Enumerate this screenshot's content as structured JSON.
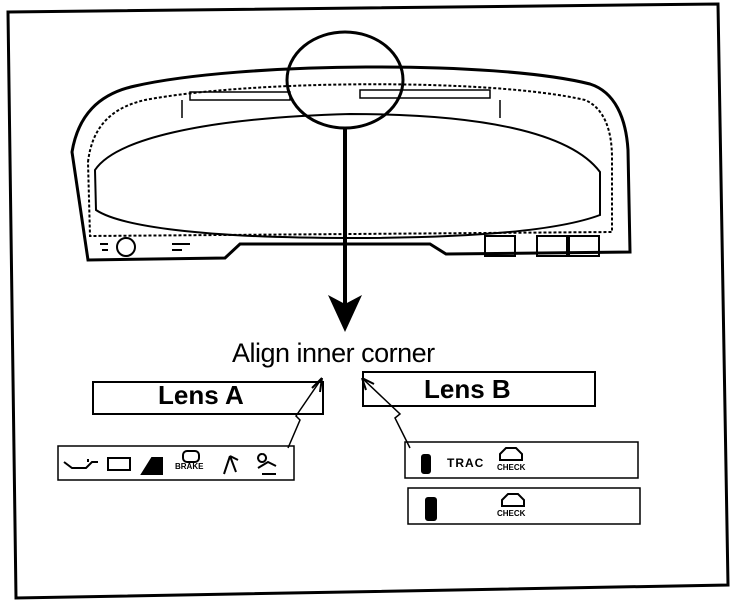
{
  "diagram": {
    "title": "Align inner corner",
    "lens_a": {
      "label": "Lens A"
    },
    "lens_b": {
      "label": "Lens B"
    },
    "lens_a_strip": {
      "icons": [
        "oil-can-icon",
        "battery-icon",
        "door-ajar-icon",
        "brake-icon",
        "seatbelt-icon",
        "airbag-icon"
      ],
      "brake_label": "BRAKE"
    },
    "lens_b_strip_1": {
      "text": "TRAC",
      "check_label": "CHECK",
      "icons": [
        "slip-indicator-icon",
        "check-engine-icon"
      ]
    },
    "lens_b_strip_2": {
      "check_label": "CHECK",
      "icons": [
        "slip-indicator-icon",
        "check-engine-icon"
      ]
    },
    "colors": {
      "ink": "#000000",
      "paper": "#ffffff"
    }
  }
}
